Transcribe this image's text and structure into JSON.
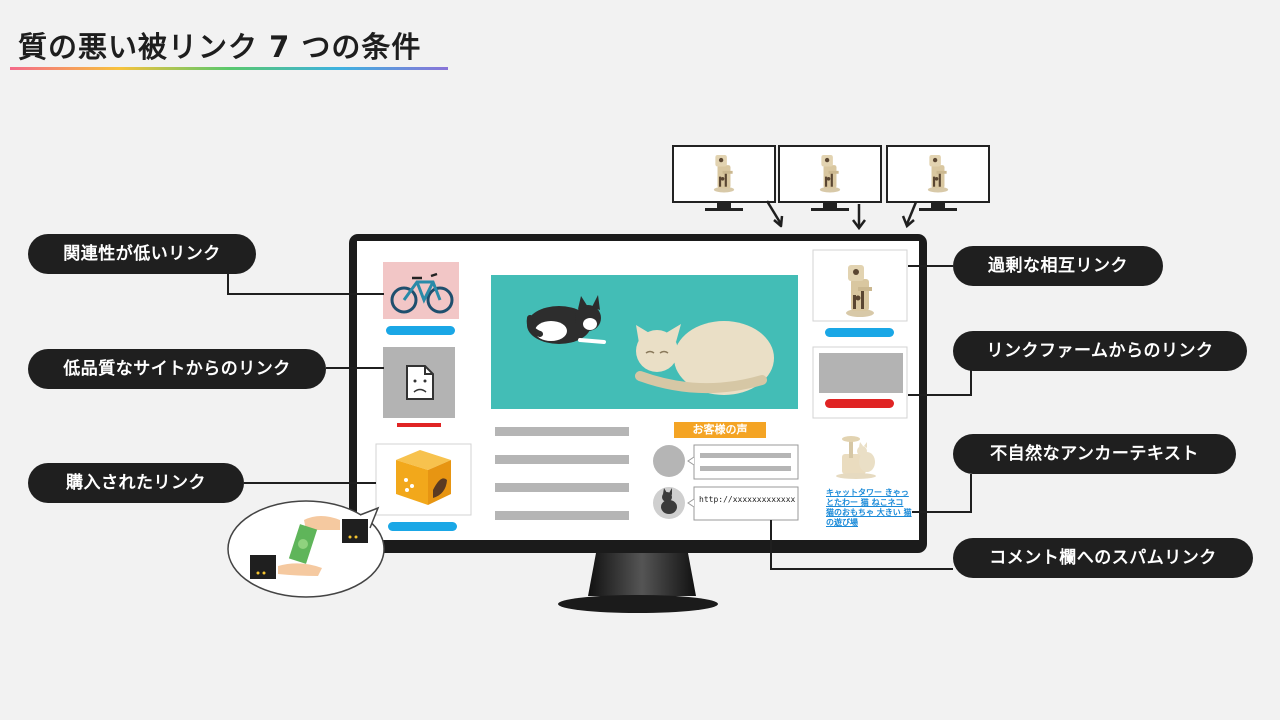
{
  "title": "質の悪い被リンク 7 つの条件",
  "labels": {
    "low_relevance": "関連性が低いリンク",
    "low_quality": "低品質なサイトからのリンク",
    "purchased": "購入されたリンク",
    "reciprocal": "過剰な相互リンク",
    "link_farm": "リンクファームからのリンク",
    "anchor_text": "不自然なアンカーテキスト",
    "comment_spam": "コメント欄へのスパムリンク"
  },
  "site": {
    "reviews_title": "お客様の声",
    "spam_url": "http://xxxxxxxxxxxxxxxx.jp",
    "anchor_text": "キャットタワー きゃっとたわー 猫 ねこネコ 猫のおもちゃ 大きい 猫の遊び場"
  },
  "colors": {
    "pill": "#1f1f1f",
    "banner": "#43bdb6",
    "link_bar": "#1aa7e6",
    "warning_bar": "#e02424",
    "reviews_tag": "#f4a424"
  }
}
